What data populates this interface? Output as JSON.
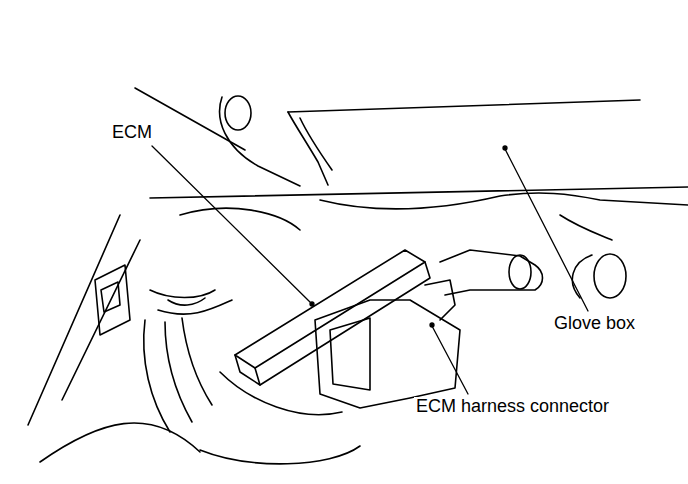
{
  "diagram": {
    "labels": [
      "ECM",
      "Glove box",
      "ECM harness connector"
    ]
  }
}
